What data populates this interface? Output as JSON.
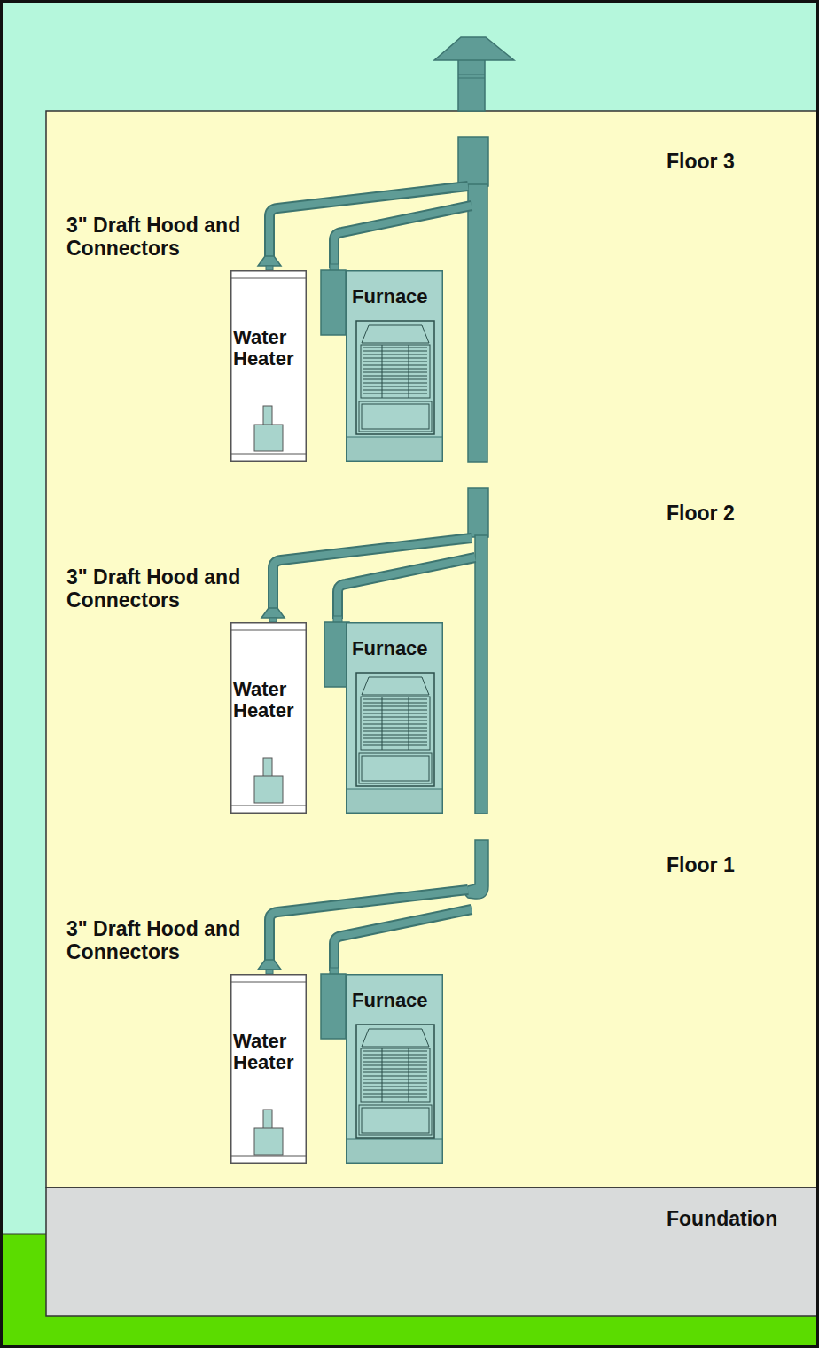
{
  "diagram": {
    "nodes": [
      {
        "text": [
          "Water Heater"
        ]
      },
      {
        "text": [
          "Furnace"
        ]
      },
      {
        "text": [
          "Water Heater"
        ]
      },
      {
        "text": [
          "Furnace"
        ]
      },
      {
        "text": [
          "Water Heater"
        ]
      },
      {
        "text": [
          "Furnace"
        ]
      },
      {
        "text": [
          "Foundation"
        ]
      }
    ],
    "labels": [
      "Floor 3",
      "3\" Draft Hood and Connectors",
      "Floor 2",
      "3\" Draft Hood and Connectors",
      "Floor 1",
      "3\" Draft Hood and Connectors"
    ]
  }
}
